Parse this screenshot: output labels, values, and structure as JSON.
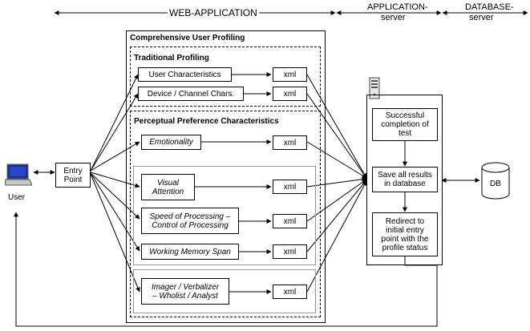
{
  "header": {
    "web_app": "WEB-APPLICATION",
    "app_server_line1": "APPLICATION-",
    "app_server_line2": "server",
    "db_server_line1": "DATABASE-",
    "db_server_line2": "server"
  },
  "user": {
    "label": "User"
  },
  "entry_point": {
    "line1": "Entry",
    "line2": "Point"
  },
  "profiling": {
    "title": "Comprehensive User Profiling",
    "traditional": {
      "title": "Traditional Profiling",
      "items": [
        "User Characteristics",
        "Device / Channel Chars."
      ]
    },
    "perceptual": {
      "title": "Perceptual Preference Characteristics",
      "emotionality": "Emotionality",
      "visual_attention": [
        "Visual",
        "Attention"
      ],
      "speed_processing": [
        "Speed of Processing –",
        "Control of Processing"
      ],
      "working_memory": "Working Memory Span",
      "imager": [
        "Imager / Verbalizer",
        "– Wholist / Analyst"
      ]
    },
    "xml_label": "xml"
  },
  "server": {
    "step1": [
      "Successful",
      "completion of",
      "test"
    ],
    "step2": [
      "Save all results",
      "in database"
    ],
    "step3": [
      "Redirect to",
      "initial entry",
      "point with the",
      "profile status"
    ]
  },
  "database": {
    "label": "DB"
  }
}
